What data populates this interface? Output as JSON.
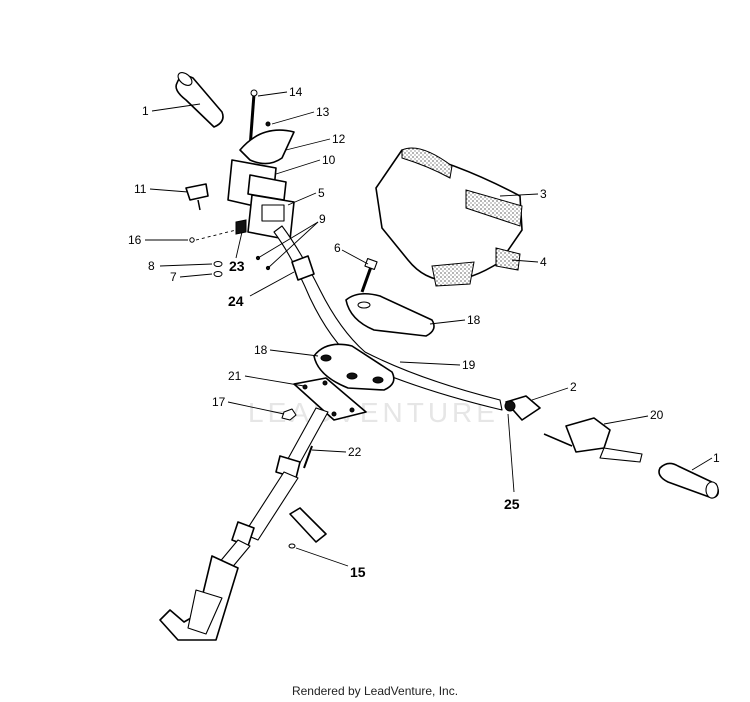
{
  "diagram": {
    "callouts": [
      {
        "id": "c1a",
        "text": "1"
      },
      {
        "id": "c14",
        "text": "14"
      },
      {
        "id": "c13",
        "text": "13"
      },
      {
        "id": "c12",
        "text": "12"
      },
      {
        "id": "c10",
        "text": "10"
      },
      {
        "id": "c11",
        "text": "11"
      },
      {
        "id": "c5",
        "text": "5"
      },
      {
        "id": "c9",
        "text": "9"
      },
      {
        "id": "c16",
        "text": "16"
      },
      {
        "id": "c8",
        "text": "8"
      },
      {
        "id": "c23",
        "text": "23"
      },
      {
        "id": "c7",
        "text": "7"
      },
      {
        "id": "c24",
        "text": "24"
      },
      {
        "id": "c6",
        "text": "6"
      },
      {
        "id": "c3",
        "text": "3"
      },
      {
        "id": "c4",
        "text": "4"
      },
      {
        "id": "c18a",
        "text": "18"
      },
      {
        "id": "c18b",
        "text": "18"
      },
      {
        "id": "c19",
        "text": "19"
      },
      {
        "id": "c21",
        "text": "21"
      },
      {
        "id": "c2",
        "text": "2"
      },
      {
        "id": "c20",
        "text": "20"
      },
      {
        "id": "c17",
        "text": "17"
      },
      {
        "id": "c22",
        "text": "22"
      },
      {
        "id": "c1b",
        "text": "1"
      },
      {
        "id": "c25",
        "text": "25"
      },
      {
        "id": "c15",
        "text": "15"
      }
    ],
    "watermark": "LEADVENTURE"
  },
  "footer": {
    "text": "Rendered by LeadVenture, Inc."
  }
}
